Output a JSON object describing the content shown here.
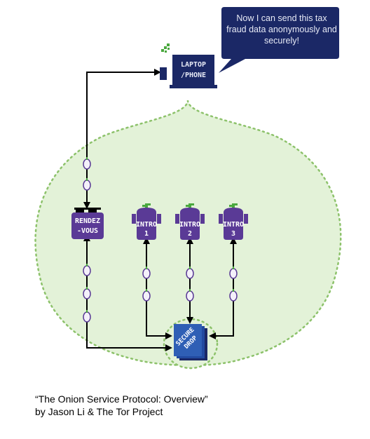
{
  "speech_bubble": {
    "text": "Now I can send this tax fraud data anonymously and securely!"
  },
  "nodes": {
    "laptop": {
      "line1": "LAPTOP",
      "line2": "/PHONE"
    },
    "rendezvous": {
      "line1": "RENDEZ",
      "line2": "-VOUS"
    },
    "intro1": {
      "line1": "INTRO",
      "line2": "1"
    },
    "intro2": {
      "line1": "INTRO",
      "line2": "2"
    },
    "intro3": {
      "line1": "INTRO",
      "line2": "3"
    },
    "securedrop": {
      "line1": "SECURE",
      "line2": "DROP"
    }
  },
  "caption": {
    "line1": "“The Onion Service Protocol: Overview”",
    "line2": "by Jason Li & The Tor Project"
  },
  "colors": {
    "onion_fill": "#e3f2d8",
    "onion_outline": "#8dc26b",
    "node_purple": "#5a3a96",
    "bubble_navy": "#1b2866",
    "secure_blue": "#2f5fb5",
    "sprout_green": "#4aa83e"
  }
}
